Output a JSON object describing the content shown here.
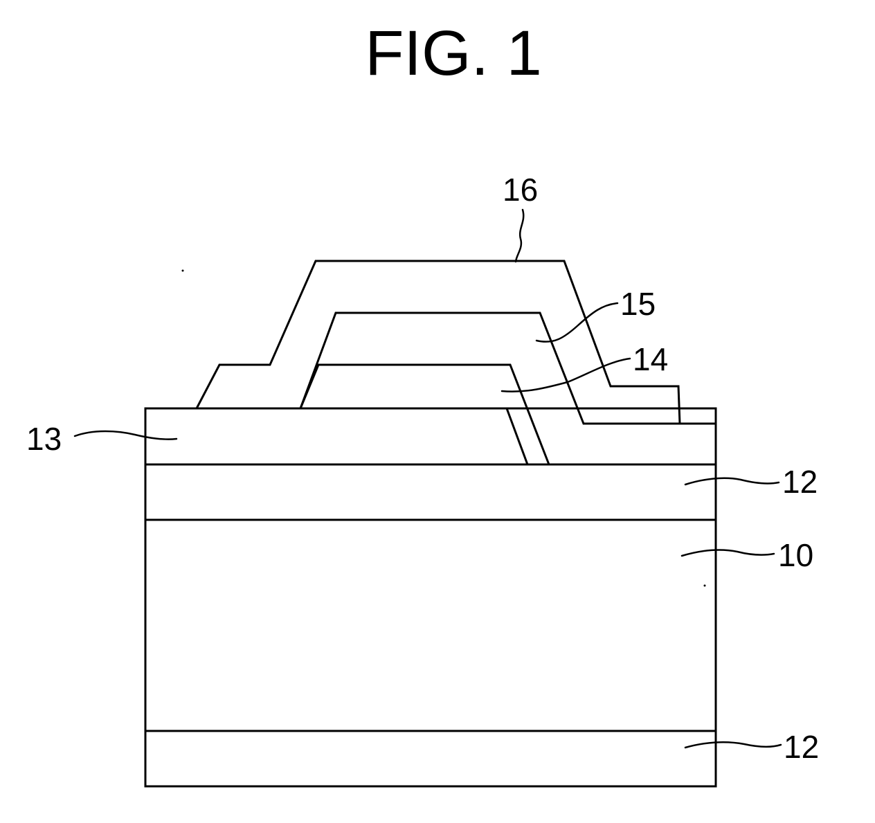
{
  "figure": {
    "title": "FIG. 1"
  },
  "labels": {
    "layer_16": "16",
    "layer_15": "15",
    "layer_14": "14",
    "layer_13": "13",
    "layer_12_top": "12",
    "layer_10": "10",
    "layer_12_bottom": "12"
  },
  "colors": {
    "line": "#000000",
    "background": "#ffffff"
  }
}
